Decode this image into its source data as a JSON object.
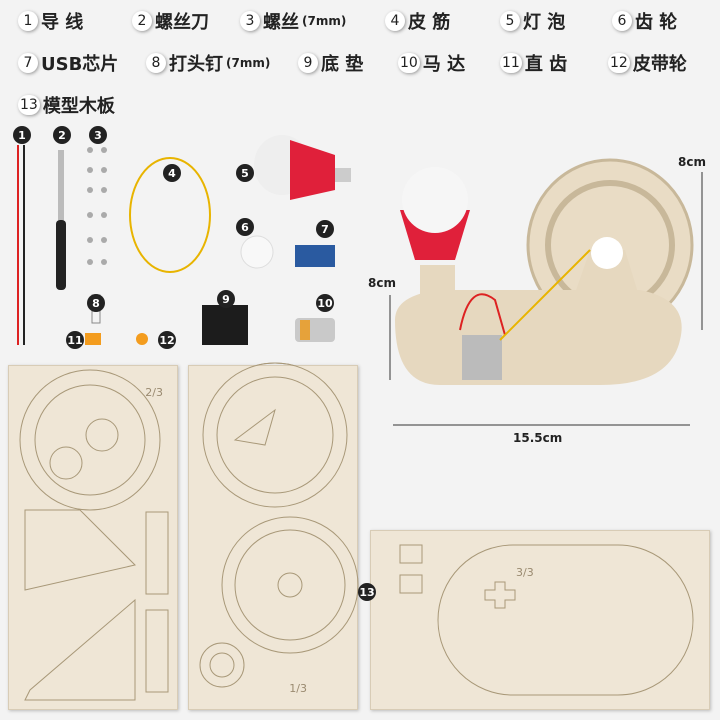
{
  "legend": [
    {
      "n": "1",
      "label": "导 线"
    },
    {
      "n": "2",
      "label": "螺丝刀"
    },
    {
      "n": "3",
      "label": "螺丝",
      "sub": "(7mm)"
    },
    {
      "n": "4",
      "label": "皮 筋"
    },
    {
      "n": "5",
      "label": "灯 泡"
    },
    {
      "n": "6",
      "label": "齿 轮"
    },
    {
      "n": "7",
      "label": "USB芯片"
    },
    {
      "n": "8",
      "label": "打头钉",
      "sub": "(7mm)"
    },
    {
      "n": "9",
      "label": "底 垫"
    },
    {
      "n": "10",
      "label": "马 达"
    },
    {
      "n": "11",
      "label": "直 齿"
    },
    {
      "n": "12",
      "label": "皮带轮"
    },
    {
      "n": "13",
      "label": "模型木板"
    }
  ],
  "badges": [
    "1",
    "2",
    "3",
    "4",
    "5",
    "6",
    "7",
    "8",
    "9",
    "10",
    "11",
    "12",
    "13"
  ],
  "dimensions": {
    "height_top": "8cm",
    "height_left": "8cm",
    "width": "15.5cm"
  },
  "boards": {
    "a": "2/3",
    "b": "1/3",
    "c": "3/3"
  },
  "colors": {
    "wood": "#efe6d6",
    "bulb": "#e0203a",
    "wire_red": "#d22",
    "wire_yellow": "#e8b400"
  }
}
